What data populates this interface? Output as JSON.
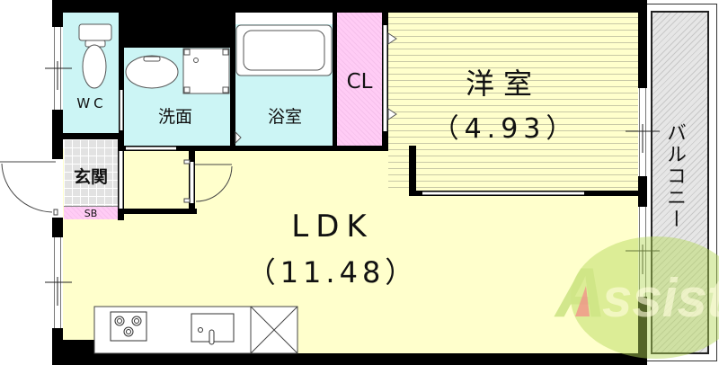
{
  "rooms": {
    "western_room": {
      "name": "洋室",
      "area": "（4.93）"
    },
    "ldk": {
      "name": "LDK",
      "area": "（11.48）"
    },
    "closet": {
      "name": "CL"
    },
    "toilet": {
      "name": "WC"
    },
    "washroom": {
      "name": "洗面"
    },
    "bathroom": {
      "name": "浴室"
    },
    "entrance": {
      "name": "玄関"
    },
    "shoe_box": {
      "name": "SB"
    },
    "balcony": {
      "name": "バルコニー"
    }
  },
  "watermark": {
    "text": "Assist",
    "color": "#b5d957",
    "accent_color": "#f08080"
  },
  "colors": {
    "ldk": "#ffffcc",
    "wet_area": "#ccf5f5",
    "storage": "#ffccf5",
    "balcony": "#e6e6e6",
    "wall": "#000000"
  }
}
